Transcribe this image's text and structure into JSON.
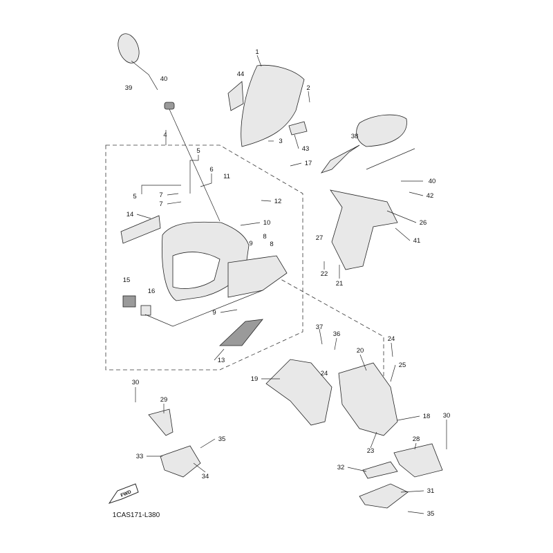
{
  "diagram": {
    "callouts": [
      "1",
      "44",
      "2",
      "39",
      "40",
      "3",
      "43",
      "38",
      "4",
      "5",
      "5",
      "6",
      "7",
      "7",
      "11",
      "17",
      "12",
      "40",
      "42",
      "14",
      "10",
      "26",
      "27",
      "9",
      "8",
      "8",
      "41",
      "22",
      "21",
      "15",
      "16",
      "9",
      "37",
      "36",
      "24",
      "13",
      "20",
      "24",
      "25",
      "19",
      "30",
      "29",
      "18",
      "30",
      "35",
      "28",
      "23",
      "33",
      "32",
      "34",
      "31",
      "35"
    ],
    "fwd_label": "FWD",
    "diagram_code": "1CAS171-L380"
  }
}
